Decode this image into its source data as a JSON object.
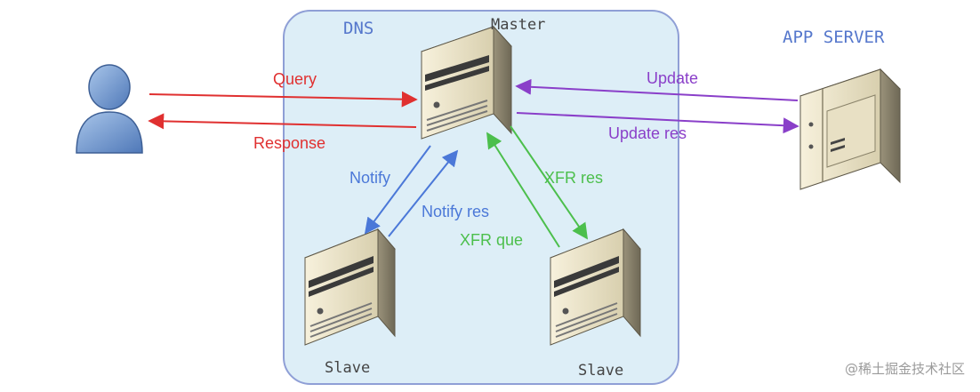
{
  "zone": {
    "label": "DNS",
    "fill": "#ddeef7",
    "stroke": "#8f9fd6"
  },
  "nodes": {
    "master": {
      "label": "Master"
    },
    "slave_left": {
      "label": "Slave"
    },
    "slave_right": {
      "label": "Slave"
    },
    "app_server": {
      "label": "APP SERVER"
    },
    "user": {
      "icon": "user-icon"
    }
  },
  "edges": {
    "query": {
      "label": "Query",
      "color": "#e03030"
    },
    "response": {
      "label": "Response",
      "color": "#e03030"
    },
    "update": {
      "label": "Update",
      "color": "#8a3fc9"
    },
    "update_res": {
      "label": "Update res",
      "color": "#8a3fc9"
    },
    "notify": {
      "label": "Notify",
      "color": "#4b78d8"
    },
    "notify_res": {
      "label": "Notify res",
      "color": "#4b78d8"
    },
    "xfr_res": {
      "label": "XFR res",
      "color": "#4cbf4c"
    },
    "xfr_que": {
      "label": "XFR que",
      "color": "#4cbf4c"
    }
  },
  "watermark": {
    "text": "@稀土掘金技术社区"
  }
}
